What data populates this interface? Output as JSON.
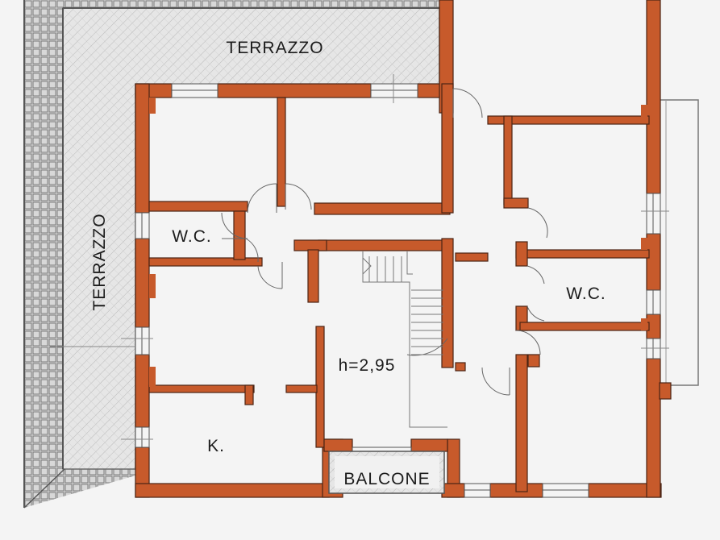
{
  "colors": {
    "wall": "#c75a2b",
    "wall_edge": "#4a2414",
    "paper": "#f4f4f4",
    "terrace_fill": "#e2e2e2",
    "tile_border": "#bdbdbd",
    "ink": "#1c1c1c"
  },
  "labels": {
    "terrace_top": "TERRAZZO",
    "terrace_left": "TERRAZZO",
    "wc_left": "W.C.",
    "wc_right": "W.C.",
    "ceiling_height": "h=2,95",
    "kitchen": "K.",
    "balcony": "BALCONE"
  }
}
